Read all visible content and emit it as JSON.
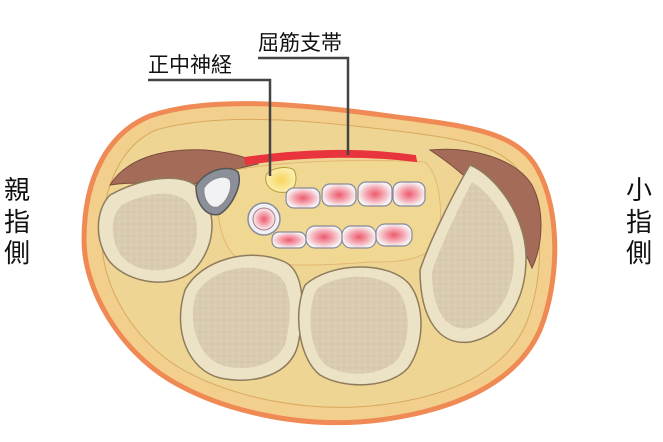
{
  "labels": {
    "median_nerve": "正中神経",
    "flexor_retinaculum": "屈筋支帯",
    "thumb_side": [
      "親",
      "指",
      "側"
    ],
    "little_finger_side": [
      "小",
      "指",
      "側"
    ]
  },
  "colors": {
    "outline": "#f08a55",
    "skin": "#f2cf8c",
    "fat": "#efd594",
    "muscle": "#a36b58",
    "bone_cortex": "#ece2c6",
    "bone_marrow": "#c9b99b",
    "retinaculum": "#e8343c",
    "tendon": "#f2f2f4",
    "tendon_core": "#f07a86",
    "nerve": "#f7e37a",
    "leader_line": "#444444"
  },
  "icons": [
    "wrist-cross-section-diagram"
  ]
}
